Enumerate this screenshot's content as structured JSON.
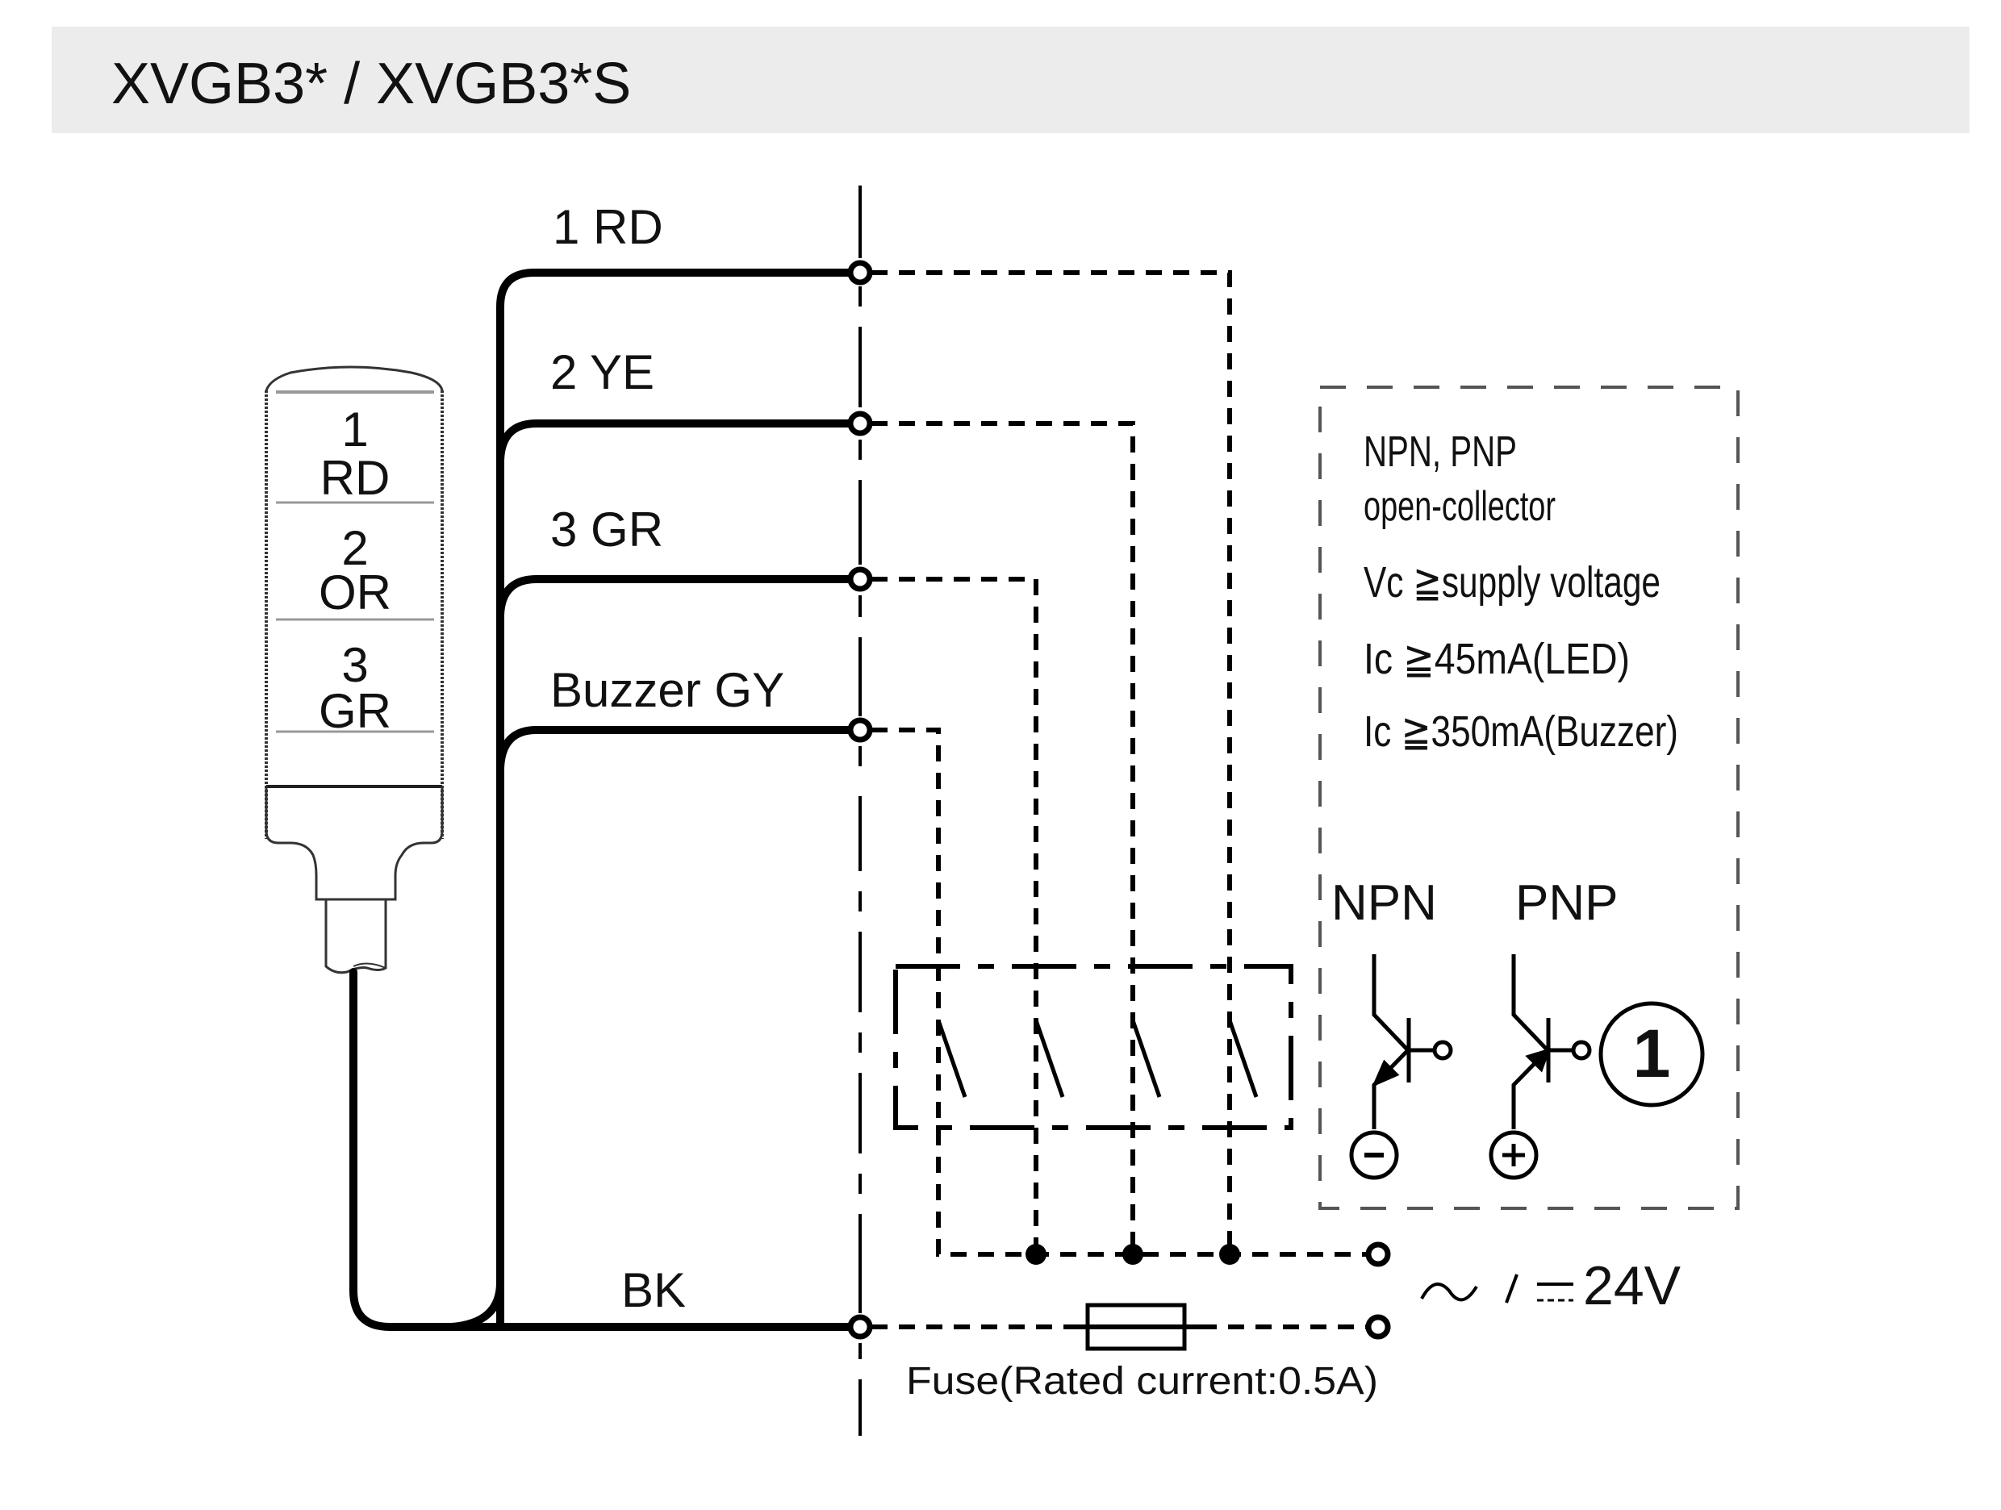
{
  "header": {
    "title": "XVGB3* / XVGB3*S"
  },
  "tower": {
    "tiers": [
      {
        "number": "1",
        "color": "RD"
      },
      {
        "number": "2",
        "color": "OR"
      },
      {
        "number": "3",
        "color": "GR"
      }
    ]
  },
  "wires": [
    {
      "label": "1 RD"
    },
    {
      "label": "2 YE"
    },
    {
      "label": "3 GR"
    },
    {
      "label": "Buzzer GY"
    },
    {
      "label": "BK"
    }
  ],
  "spec_box": {
    "lines": [
      "NPN, PNP",
      "open-collector",
      "Vc ≧supply voltage",
      "Ic  ≧45mA(LED)",
      "Ic  ≧350mA(Buzzer)"
    ],
    "npn_label": "NPN",
    "pnp_label": "PNP",
    "npn_terminal": "−",
    "pnp_terminal": "+",
    "ref_mark": "1"
  },
  "supply": {
    "label": "∼ / ⎓ 24V",
    "voltage": "24V"
  },
  "fuse": {
    "label": "Fuse(Rated current:0.5A)"
  }
}
